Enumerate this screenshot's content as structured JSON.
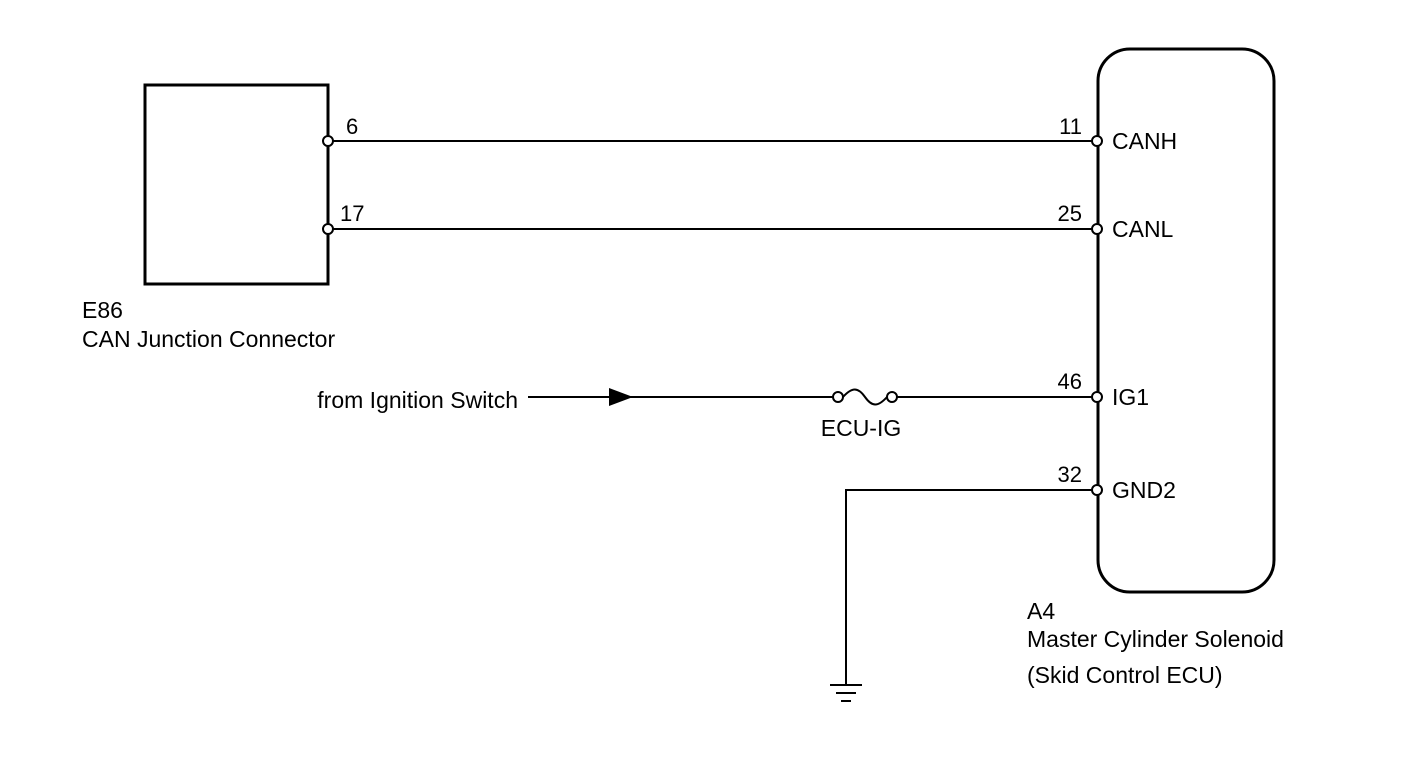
{
  "connector_e86": {
    "code": "E86",
    "name": "CAN Junction Connector",
    "pins": [
      "6",
      "17"
    ]
  },
  "ecu_a4": {
    "code": "A4",
    "name_line1": "Master Cylinder Solenoid",
    "name_line2": "(Skid Control ECU)",
    "terminals": [
      {
        "pin": "11",
        "label": "CANH"
      },
      {
        "pin": "25",
        "label": "CANL"
      },
      {
        "pin": "46",
        "label": "IG1"
      },
      {
        "pin": "32",
        "label": "GND2"
      }
    ]
  },
  "ignition_source": {
    "label": "from Ignition Switch"
  },
  "fuse": {
    "label": "ECU-IG"
  },
  "colors": {
    "line": "#000000",
    "background": "#ffffff"
  }
}
